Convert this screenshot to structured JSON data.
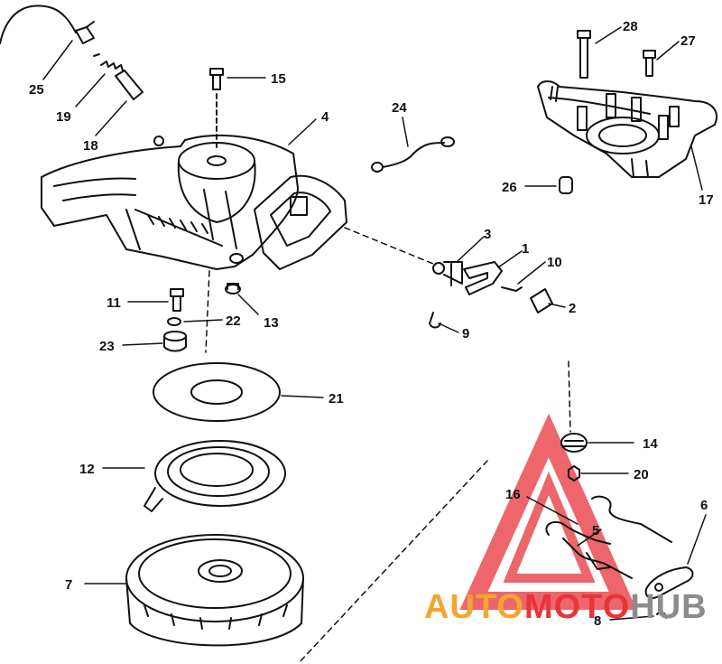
{
  "colors": {
    "ink": "#111111",
    "paper": "#ffffff",
    "watermark_red": "#e8343a",
    "watermark_orange": "#f3a531",
    "watermark_gray": "#8c8c8c"
  },
  "callouts": [
    {
      "id": "25",
      "text": "25"
    },
    {
      "id": "19",
      "text": "19"
    },
    {
      "id": "18",
      "text": "18"
    },
    {
      "id": "15",
      "text": "15"
    },
    {
      "id": "4",
      "text": "4"
    },
    {
      "id": "24",
      "text": "24"
    },
    {
      "id": "28",
      "text": "28"
    },
    {
      "id": "27",
      "text": "27"
    },
    {
      "id": "26",
      "text": "26"
    },
    {
      "id": "17",
      "text": "17"
    },
    {
      "id": "3",
      "text": "3"
    },
    {
      "id": "1",
      "text": "1"
    },
    {
      "id": "10",
      "text": "10"
    },
    {
      "id": "2",
      "text": "2"
    },
    {
      "id": "9",
      "text": "9"
    },
    {
      "id": "11",
      "text": "11"
    },
    {
      "id": "22",
      "text": "22"
    },
    {
      "id": "13",
      "text": "13"
    },
    {
      "id": "23",
      "text": "23"
    },
    {
      "id": "21",
      "text": "21"
    },
    {
      "id": "12",
      "text": "12"
    },
    {
      "id": "14",
      "text": "14"
    },
    {
      "id": "20",
      "text": "20"
    },
    {
      "id": "16",
      "text": "16"
    },
    {
      "id": "5",
      "text": "5"
    },
    {
      "id": "6",
      "text": "6"
    },
    {
      "id": "7",
      "text": "7"
    },
    {
      "id": "8",
      "text": "8"
    }
  ],
  "watermark": {
    "part1": "AUTO",
    "part2": "MOTO",
    "part3": "HUB"
  }
}
